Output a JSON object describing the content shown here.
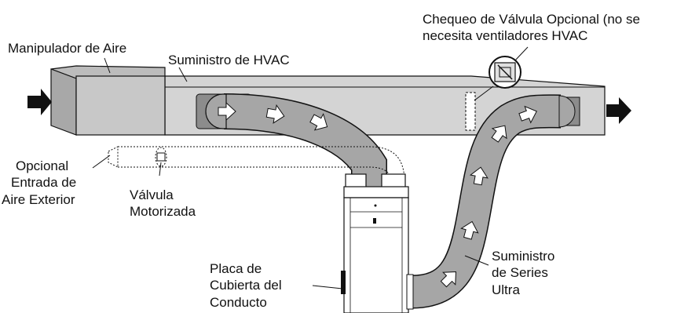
{
  "labels": {
    "air_handler": "Manipulador de Aire",
    "hvac_supply": "Suministro de HVAC",
    "valve_check": [
      "Chequeo de Válvula Opcional (no se",
      "necesita ventiladores HVAC"
    ],
    "outside_air": [
      "Opcional",
      "Entrada de",
      "Aire Exterior"
    ],
    "motorized_valve": [
      "Válvula",
      "Motorizada"
    ],
    "cover_plate": [
      "Placa de",
      "Cubierta del",
      "Conducto"
    ],
    "ultra_supply": [
      "Suministro",
      "de Series",
      "Ultra"
    ]
  },
  "colors": {
    "duct_fill": "#d4d4d4",
    "flex_duct": "#a6a6a6",
    "inner_port": "#8c8c8c",
    "outline": "#111111",
    "arrow_fill": "#ffffff",
    "flow_arrow": "#111111"
  }
}
